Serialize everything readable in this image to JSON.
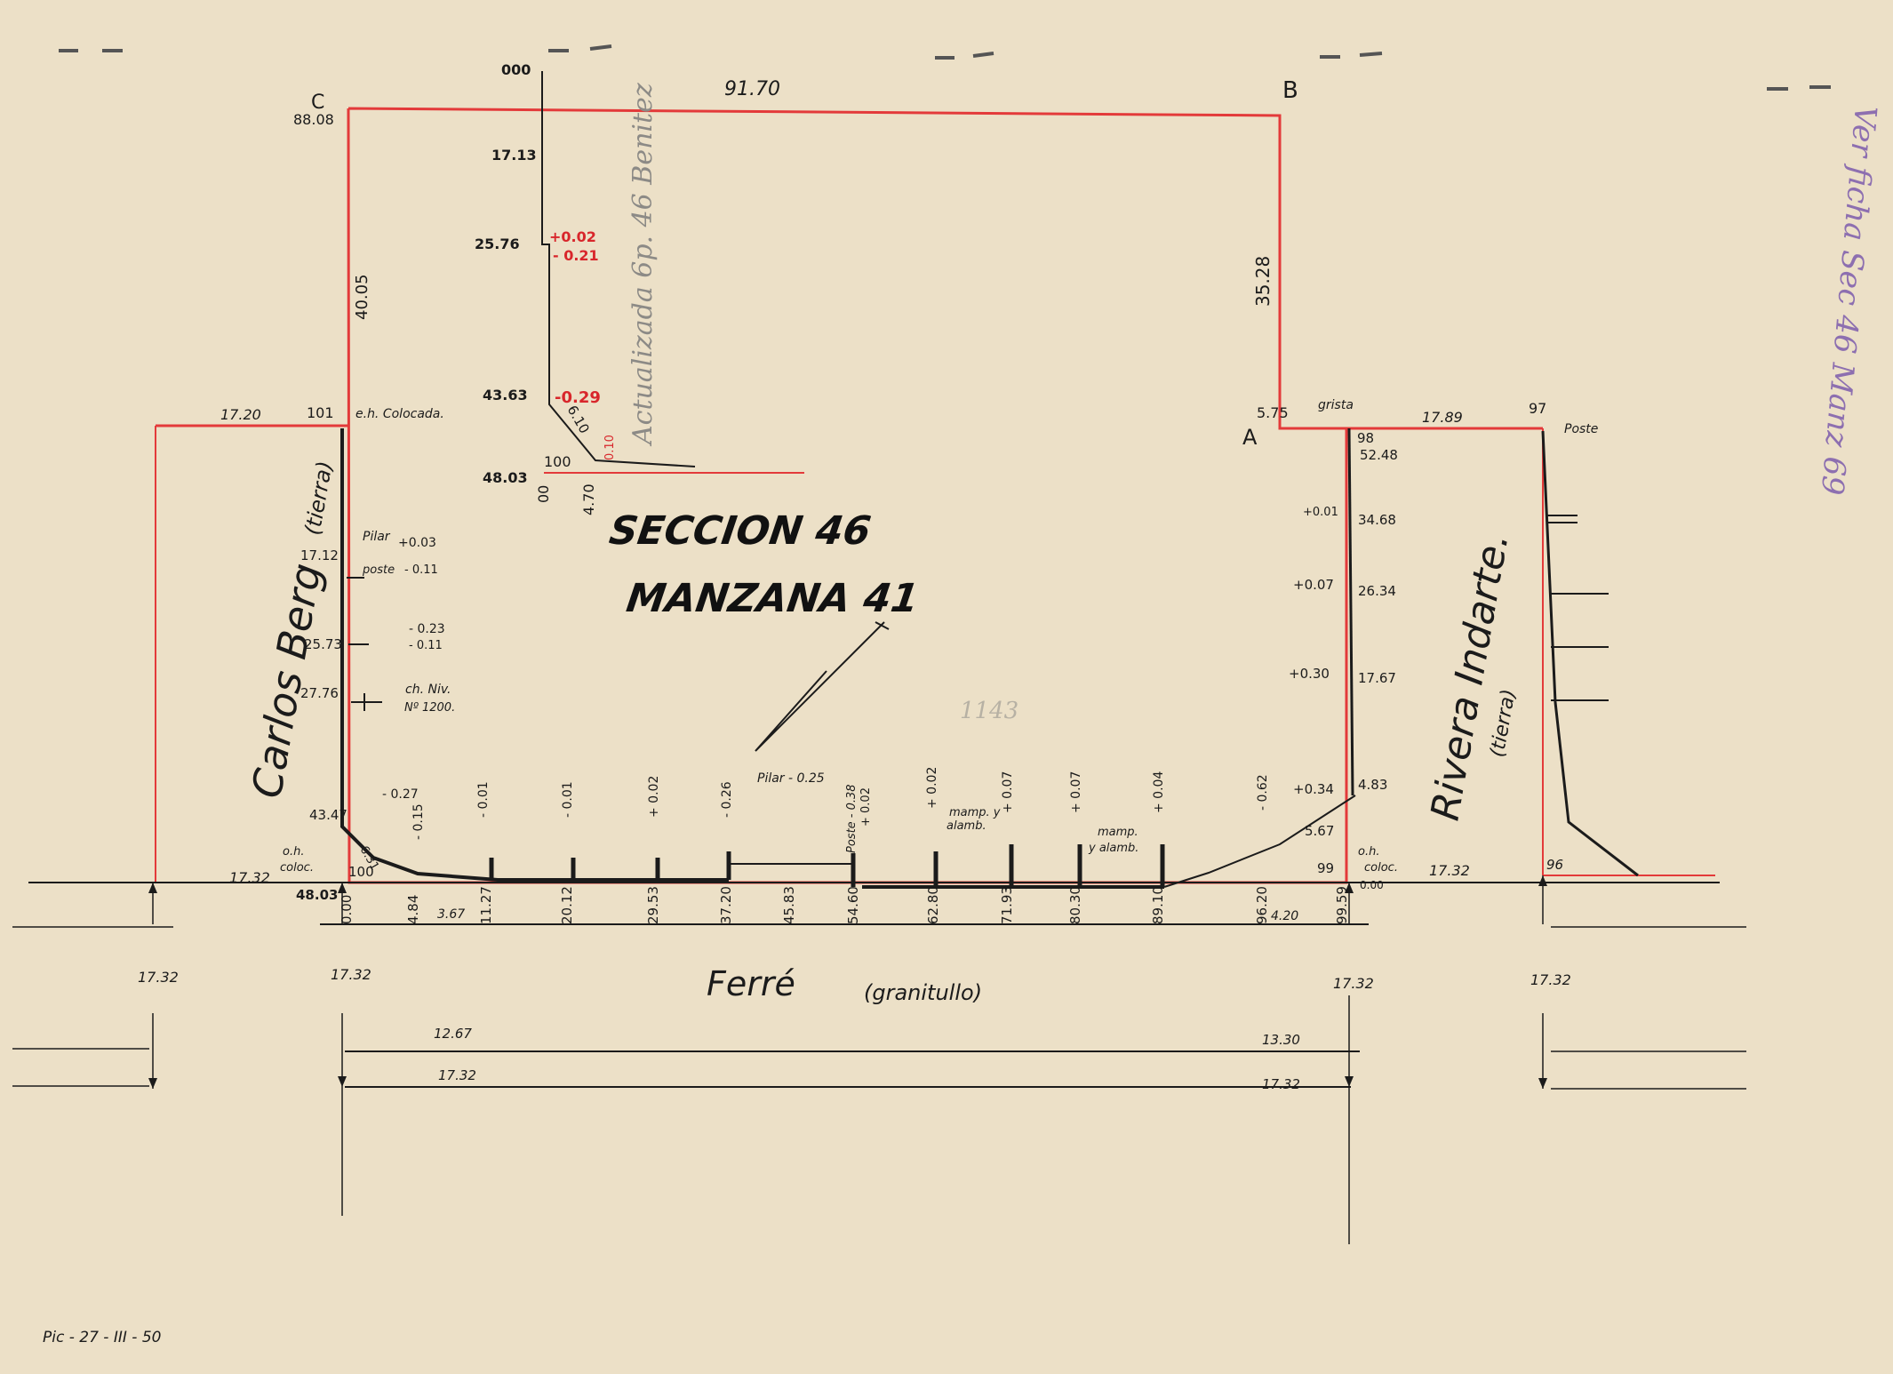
{
  "colors": {
    "paper": "#ece0c7",
    "lot_line": "#e33a3a",
    "ink": "#1b1b1b",
    "pencil": "#8c8a86",
    "annotation_violet": "#8d6fb0"
  },
  "title": {
    "line1": "SECCION 46",
    "line2": "MANZANA 41"
  },
  "corners": {
    "c": "C",
    "b": "B",
    "a": "A",
    "c_value": "88.08"
  },
  "streets": {
    "left_name": "Carlos Berg",
    "left_surface": "(tierra)",
    "right_name": "Rivera Indarte.",
    "right_surface": "(tierra)",
    "bottom_name": "Ferré",
    "bottom_surface": "(granitullo)"
  },
  "dimensions": {
    "top": "91.70",
    "left_side": "40.05",
    "right_side": "35.28",
    "gap": "5.75",
    "left_ext": "17.20",
    "right_ext": "17.89",
    "bottom_left_ext": "17.32",
    "bottom_right_ext": "17.32",
    "street_w_left": "17.32",
    "street_w_c1": "17.32",
    "street_w_c2": "17.32",
    "street_w_c3": "17.32",
    "cross_upper_left": "12.67",
    "cross_upper_right": "13.30",
    "cross_lower_left": "17.32",
    "cross_lower_right": "17.32"
  },
  "profile": {
    "top_label": "000",
    "v1": "17.13",
    "v2": "25.76",
    "v3": "43.63",
    "v4": "48.03",
    "end": "100",
    "x0": "00",
    "x1": "4.70",
    "slope": "6.10",
    "red1": "+0.02",
    "red2": "- 0.21",
    "red3": "-0.29",
    "red4": "0.10",
    "pencil": "Actualizada 6p. 46 Benitez"
  },
  "left_side": {
    "pt_101": "101",
    "eh_label": "e.h. Colocada.",
    "v1712": "17.12",
    "pilar": "Pilar",
    "poste": "poste",
    "p1": "+0.03",
    "p2": "- 0.11",
    "v2573": "25.73",
    "p3": "- 0.23",
    "p4": "- 0.11",
    "v2776": "27.76",
    "ch_niv": "ch. Niv.",
    "nro": "Nº 1200.",
    "v4347": "43.47",
    "m027": "- 0.27",
    "v631": "6.31",
    "oh_l1": "o.h.",
    "oh_l2": "coloc.",
    "pt_100": "100",
    "v4803": "48.03"
  },
  "right_side": {
    "grista": "grista",
    "pt_97": "97",
    "poste": "Poste",
    "pt_98": "98",
    "v5248": "52.48",
    "v3468": "34.68",
    "p001": "+0.01",
    "v2634": "26.34",
    "p007": "+0.07",
    "v1767": "17.67",
    "p030": "+0.30",
    "v483": "4.83",
    "p034": "+0.34",
    "v567": "5.67",
    "m062": "- 0.62",
    "pt_99": "99",
    "oh_r1": "o.h.",
    "oh_r2": "coloc.",
    "v000": "0.00",
    "pt_96": "96"
  },
  "frontage": {
    "stations": [
      "0.00",
      "4.84",
      "11.27",
      "20.12",
      "29.53",
      "37.20",
      "45.83",
      "54.60",
      "62.80",
      "71.93",
      "80.30",
      "89.10",
      "96.20",
      "99.59"
    ],
    "offsets": [
      "- 0.15",
      "- 0.01",
      "- 0.01",
      "+ 0.02",
      "- 0.26",
      "+ 0.02",
      "+ 0.07",
      "+ 0.07",
      "+ 0.04"
    ],
    "pilar": "Pilar - 0.25",
    "poste_1": "Poste - 0.38",
    "poste_2": "+ 0.02",
    "mamp1": "mamp. y",
    "alamb1": "alamb.",
    "mamp2": "mamp.",
    "alamb2": "y alamb.",
    "d367": "3.67",
    "d420": "4.20"
  },
  "annotations": {
    "pencil_mid": "1143",
    "footer": "Pic - 27 - III - 50",
    "margin_note": "Ver ficha Sec 46 Manz 69"
  }
}
